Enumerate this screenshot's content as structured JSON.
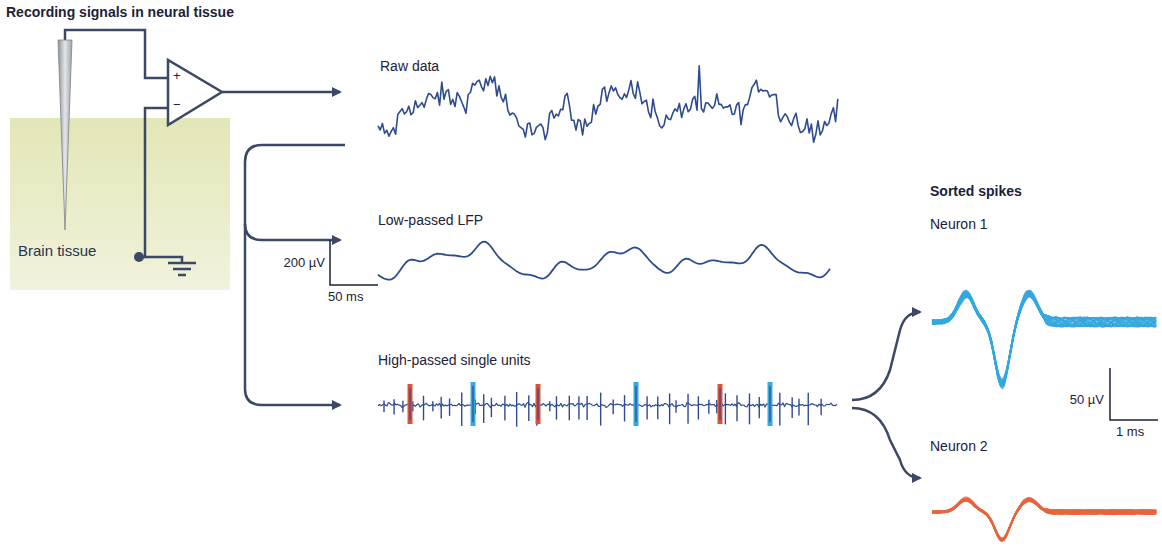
{
  "diagram": {
    "title": "Recording signals in neural tissue",
    "nodes": [
      {
        "text": [
          "Brain tissue"
        ]
      }
    ],
    "labels": [
      "+",
      "−",
      "Raw data",
      "Low-passed LFP",
      "200 µV",
      "50 ms",
      "High-passed single units",
      "Sorted spikes",
      "Neuron 1",
      "Neuron 2",
      "50 µV",
      "1 ms"
    ]
  }
}
